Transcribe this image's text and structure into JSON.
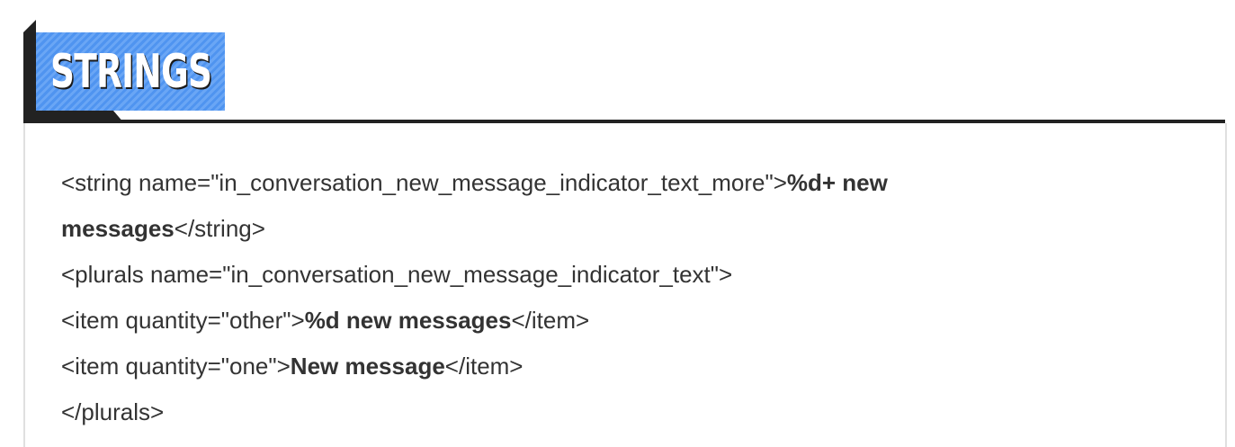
{
  "heading": {
    "title": "STRINGS",
    "accent": "#4f94f0"
  },
  "lines": [
    {
      "plain": "<string name=\"in_conversation_new_message_indicator_text_more\">",
      "bold": "%d+ new"
    },
    {
      "bold": "messages",
      "plain": "</string>"
    },
    {
      "plain": "<plurals name=\"in_conversation_new_message_indicator_text\">"
    },
    {
      "plain": "<item quantity=\"other\">",
      "bold": "%d new messages",
      "tail": "</item>"
    },
    {
      "plain": "<item quantity=\"one\">",
      "bold": "New message",
      "tail": "</item>"
    },
    {
      "plain": "</plurals>"
    }
  ]
}
